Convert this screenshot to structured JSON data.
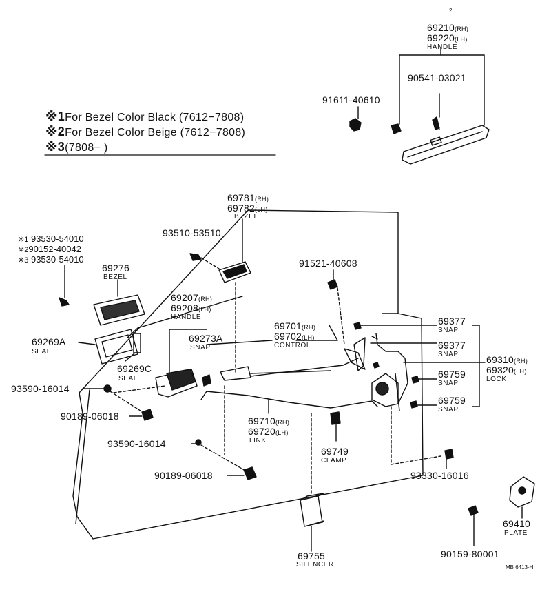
{
  "legend": {
    "notes": [
      {
        "mark": "※1",
        "text": "For Bezel Color Black (7612−7808)"
      },
      {
        "mark": "※2",
        "text": "For Bezel Color Beige (7612−7808)"
      },
      {
        "mark": "※3",
        "text": "(7808−        )"
      }
    ]
  },
  "parts": {
    "handle_outer": {
      "rh": "69210",
      "rh_sfx": "(RH)",
      "lh": "69220",
      "lh_sfx": "(LH)",
      "name": "HANDLE"
    },
    "screw_90541": {
      "pn": "90541-03021"
    },
    "screw_91611": {
      "pn": "91611-40610"
    },
    "bezel_69781": {
      "rh": "69781",
      "rh_sfx": "(RH)",
      "lh": "69782",
      "lh_sfx": "(LH)",
      "name": "BEZEL"
    },
    "screw_93510": {
      "pn": "93510-53510"
    },
    "alt_screws": [
      {
        "mark": "※1",
        "pn": "93530-54010"
      },
      {
        "mark": "※2",
        "pn": "90152-40042"
      },
      {
        "mark": "※3",
        "pn": "93530-54010"
      }
    ],
    "bezel_69276": {
      "pn": "69276",
      "name": "BEZEL"
    },
    "handle_inner": {
      "rh": "69207",
      "rh_sfx": "(RH)",
      "lh": "69208",
      "lh_sfx": "(LH)",
      "name": "HANDLE"
    },
    "bolt_91521": {
      "pn": "91521-40608"
    },
    "snap_69377_a": {
      "pn": "69377",
      "name": "SNAP"
    },
    "snap_69377_b": {
      "pn": "69377",
      "name": "SNAP"
    },
    "control": {
      "rh": "69701",
      "rh_sfx": "(RH)",
      "lh": "69702",
      "lh_sfx": "(LH)",
      "name": "CONTROL"
    },
    "seal_69269a": {
      "pn": "69269A",
      "name": "SEAL"
    },
    "snap_69273a": {
      "pn": "69273A",
      "name": "SNAP"
    },
    "seal_69269c": {
      "pn": "69269C",
      "name": "SEAL"
    },
    "lock": {
      "rh": "69310",
      "rh_sfx": "(RH)",
      "lh": "69320",
      "lh_sfx": "(LH)",
      "name": "LOCK"
    },
    "snap_69759_a": {
      "pn": "69759",
      "name": "SNAP"
    },
    "snap_69759_b": {
      "pn": "69759",
      "name": "SNAP"
    },
    "grommet_93590_a": {
      "pn": "93590-16014"
    },
    "nut_90189_a": {
      "pn": "90189-06018"
    },
    "link": {
      "rh": "69710",
      "rh_sfx": "(RH)",
      "lh": "69720",
      "lh_sfx": "(LH)",
      "name": "LINK"
    },
    "clamp": {
      "pn": "69749",
      "name": "CLAMP"
    },
    "grommet_93590_b": {
      "pn": "93590-16014"
    },
    "nut_90189_b": {
      "pn": "90189-06018"
    },
    "screw_93330": {
      "pn": "93330-16016"
    },
    "plate": {
      "pn": "69410",
      "name": "PLATE"
    },
    "silencer": {
      "pn": "69755",
      "name": "SILENCER"
    },
    "screw_90159": {
      "pn": "90159-80001"
    }
  },
  "drawing_code": "MB 6413-H",
  "corner_mark": "2"
}
